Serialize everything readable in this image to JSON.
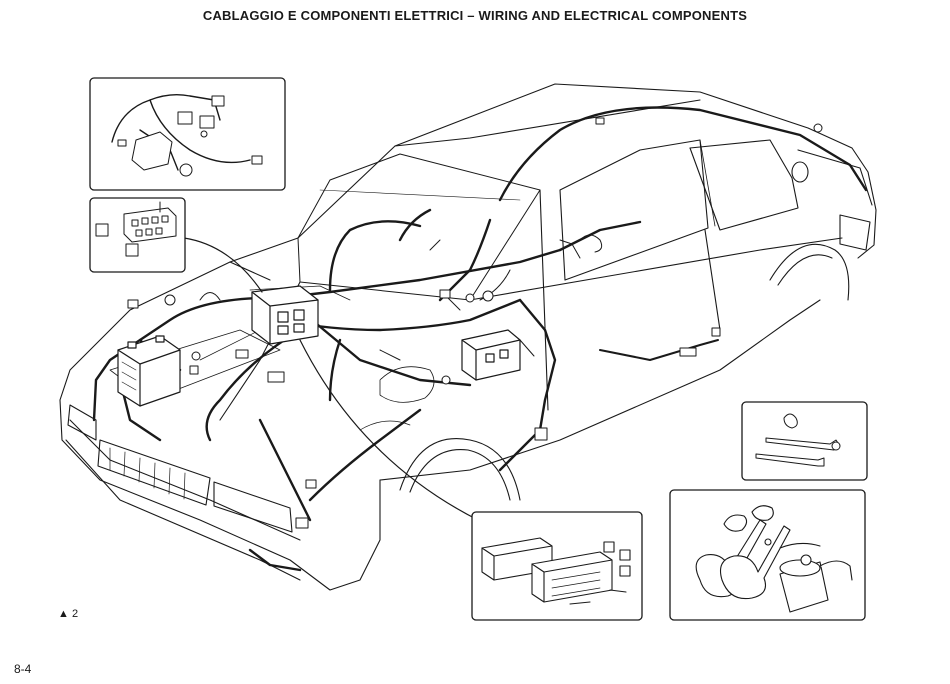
{
  "page": {
    "title": "CABLAGGIO E COMPONENTI ELETTRICI  –  WIRING AND ELECTRICAL COMPONENTS",
    "figure_ref": "▲ 2",
    "page_number": "8-4"
  },
  "colors": {
    "ink": "#1a1a1a",
    "paper": "#ffffff"
  }
}
